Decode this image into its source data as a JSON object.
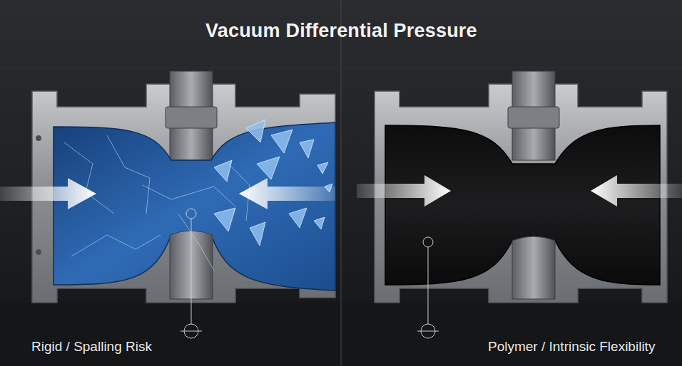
{
  "diagram": {
    "title": "Vacuum Differential Pressure",
    "labels": [
      "Rigid / Spalling Risk",
      "Polymer / Intrinsic Flexibility"
    ]
  }
}
